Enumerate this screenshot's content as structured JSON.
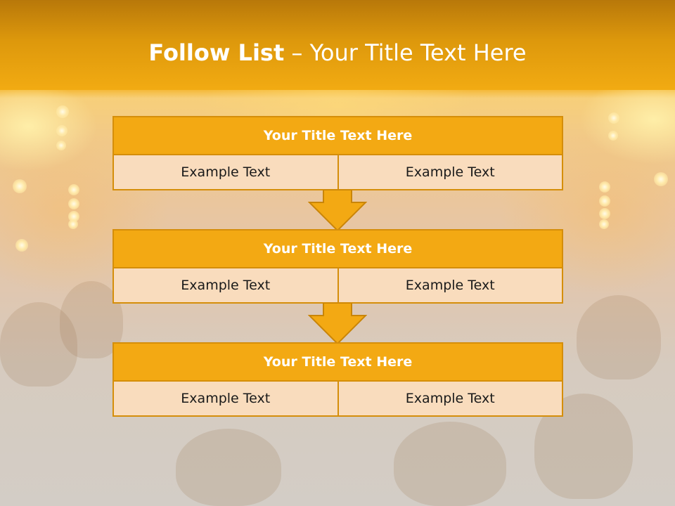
{
  "slide": {
    "title_bold": "Follow List",
    "title_rest": "– Your Title Text Here"
  },
  "blocks": [
    {
      "header": "Your Title Text Here",
      "cells": [
        "Example Text",
        "Example Text"
      ]
    },
    {
      "header": "Your Title Text Here",
      "cells": [
        "Example Text",
        "Example Text"
      ]
    },
    {
      "header": "Your Title Text Here",
      "cells": [
        "Example Text",
        "Example Text"
      ]
    }
  ],
  "colors": {
    "header_fill": "#f3a913",
    "border": "#d58e0a",
    "cell_fill": "#f9dcbd",
    "top_band": "#f0a30a"
  },
  "icons": {
    "connector": "down-arrow-icon"
  }
}
